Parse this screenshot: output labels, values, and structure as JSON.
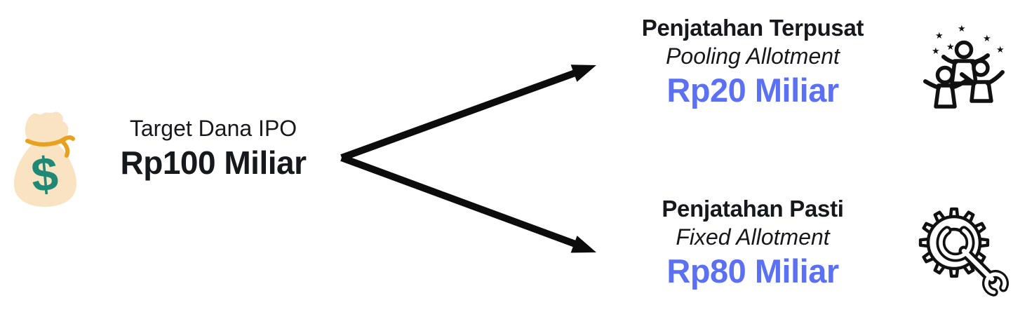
{
  "diagram": {
    "source": {
      "label": "Target Dana IPO",
      "amount": "Rp100 Miliar",
      "icon": "money-bag"
    },
    "branches": [
      {
        "title": "Penjatahan Terpusat",
        "subtitle": "Pooling Allotment",
        "amount": "Rp20 Miliar",
        "icon": "celebration-people"
      },
      {
        "title": "Penjatahan Pasti",
        "subtitle": "Fixed Allotment",
        "amount": "Rp80 Miliar",
        "icon": "gear-wrench"
      }
    ]
  },
  "glyphs": {
    "dollar": "$",
    "star": "★"
  },
  "colors": {
    "amount": "#5B70F2",
    "text": "#17181C",
    "arrow": "#0C0C0C",
    "icon-stroke": "#111111",
    "bag-fill": "#F9E3C2",
    "bag-tie": "#E8A11E",
    "dollar": "#1F8976"
  }
}
